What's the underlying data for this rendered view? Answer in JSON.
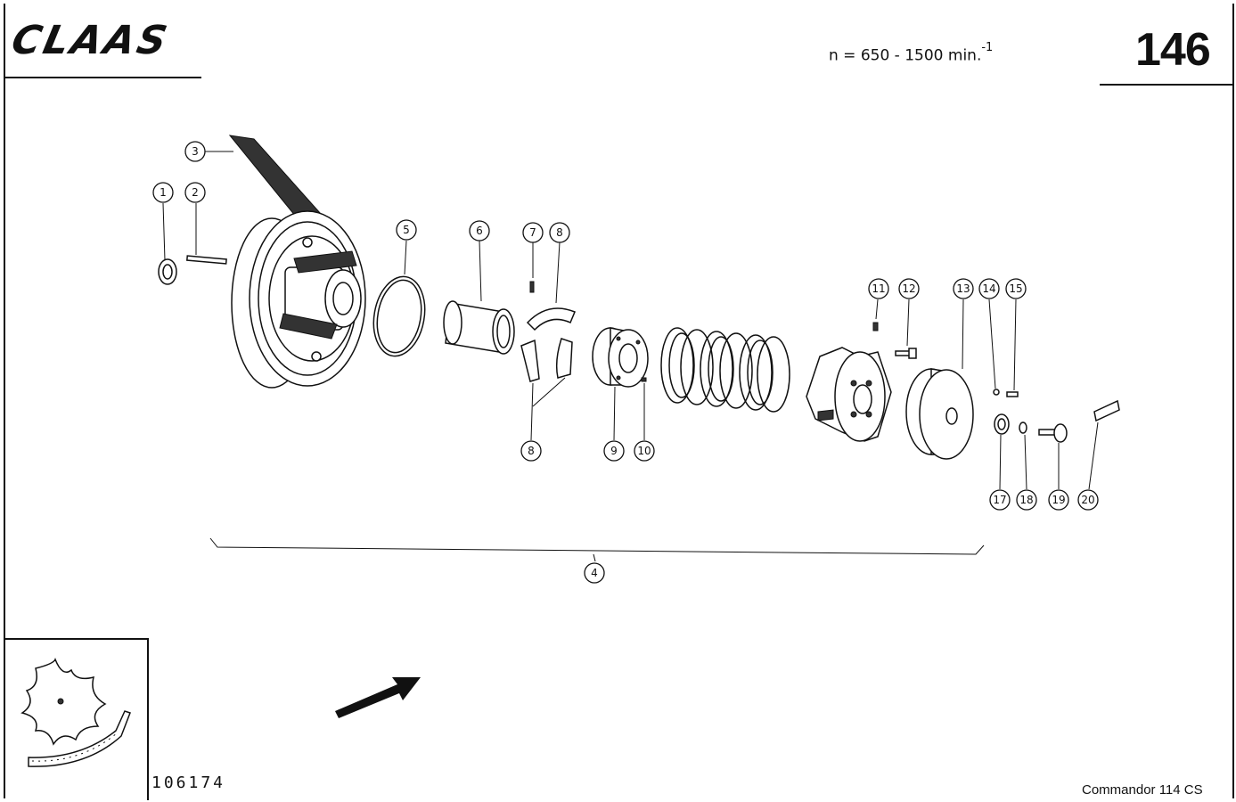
{
  "header": {
    "brand": "CLAAS",
    "speed_text": "n = 650 - 1500 min.",
    "speed_exp": "-1",
    "page_number": "146"
  },
  "footer": {
    "drawing_number": "106174",
    "model": "Commandor 114 CS"
  },
  "callouts": [
    "1",
    "2",
    "3",
    "4",
    "5",
    "6",
    "7",
    "8",
    "8",
    "9",
    "10",
    "11",
    "12",
    "13",
    "14",
    "15",
    "17",
    "18",
    "19",
    "20"
  ]
}
